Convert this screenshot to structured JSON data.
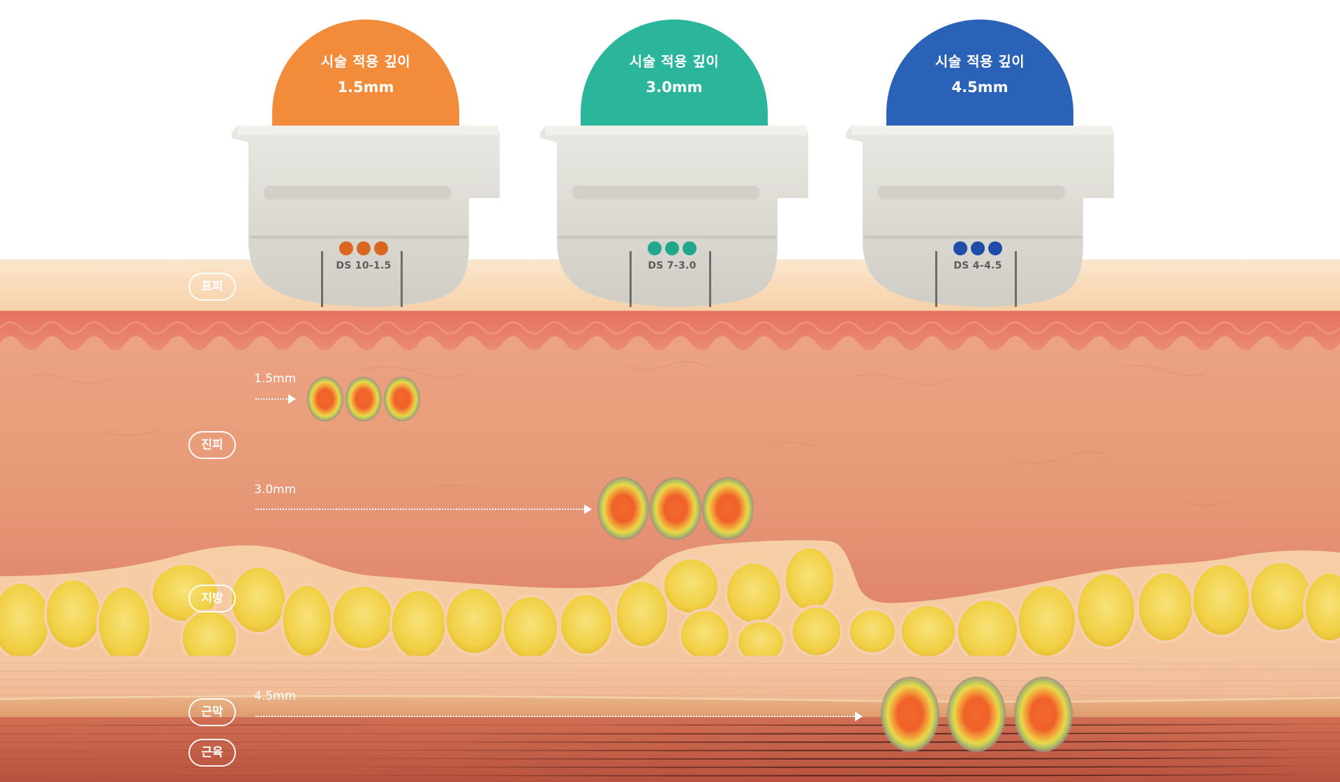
{
  "cartridges": [
    {
      "title": "시술 적용 깊이",
      "depth": "1.5mm",
      "model": "DS 10-1.5",
      "color": "#F28B3A",
      "dot_color": "#D9671F"
    },
    {
      "title": "시술 적용 깊이",
      "depth": "3.0mm",
      "model": "DS 7-3.0",
      "color": "#2BB59A",
      "dot_color": "#21A88C"
    },
    {
      "title": "시술 적용 깊이",
      "depth": "4.5mm",
      "model": "DS 4-4.5",
      "color": "#2A62B8",
      "dot_color": "#1F4CA8"
    }
  ],
  "layers": [
    {
      "name": "표피"
    },
    {
      "name": "진피"
    },
    {
      "name": "지방"
    },
    {
      "name": "근막"
    },
    {
      "name": "근육"
    }
  ],
  "depth_markers": [
    {
      "label": "1.5mm"
    },
    {
      "label": "3.0mm"
    },
    {
      "label": "4.5mm"
    }
  ],
  "colors": {
    "epidermis": "#F7D9B6",
    "dermis": "#E79A78",
    "dermis_top": "#E77E6B",
    "fat": "#F2D34A",
    "fat_border": "#F6C9A6",
    "fascia": "#E8A77A",
    "muscle": "#C8614A"
  }
}
